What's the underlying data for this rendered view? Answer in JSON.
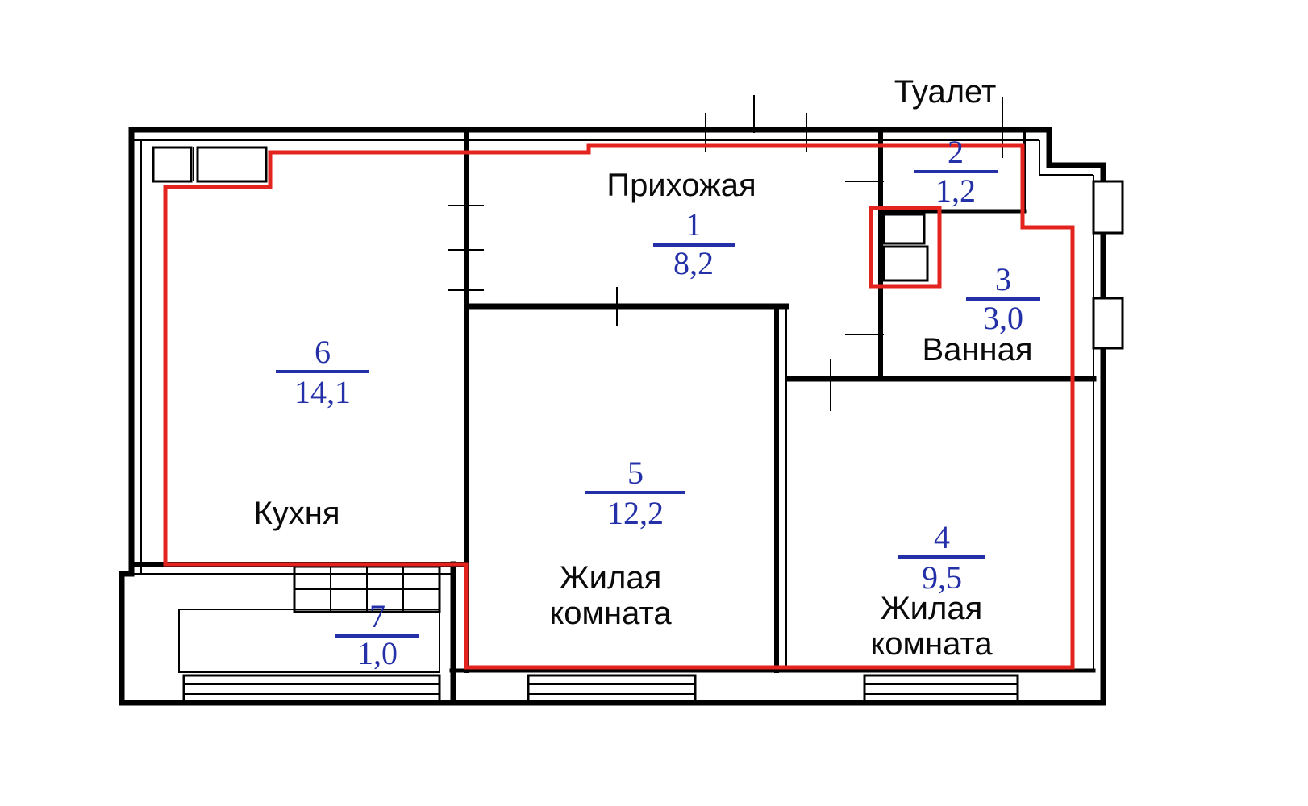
{
  "colors": {
    "background": "#ffffff",
    "wall": "#000000",
    "outline": "#e3231e",
    "number": "#2430a8",
    "label": "#0a0a0a"
  },
  "rooms": [
    {
      "number": "1",
      "name_lines": [
        "Прихожая"
      ],
      "area": "8,2"
    },
    {
      "number": "2",
      "name_lines": [
        "Туалет"
      ],
      "area": "1,2"
    },
    {
      "number": "3",
      "name_lines": [
        "Ванная"
      ],
      "area": "3,0"
    },
    {
      "number": "4",
      "name_lines": [
        "Жилая",
        "комната"
      ],
      "area": "9,5"
    },
    {
      "number": "5",
      "name_lines": [
        "Жилая",
        "комната"
      ],
      "area": "12,2"
    },
    {
      "number": "6",
      "name_lines": [
        "Кухня"
      ],
      "area": "14,1"
    },
    {
      "number": "7",
      "name_lines": [],
      "area": "1,0"
    }
  ]
}
